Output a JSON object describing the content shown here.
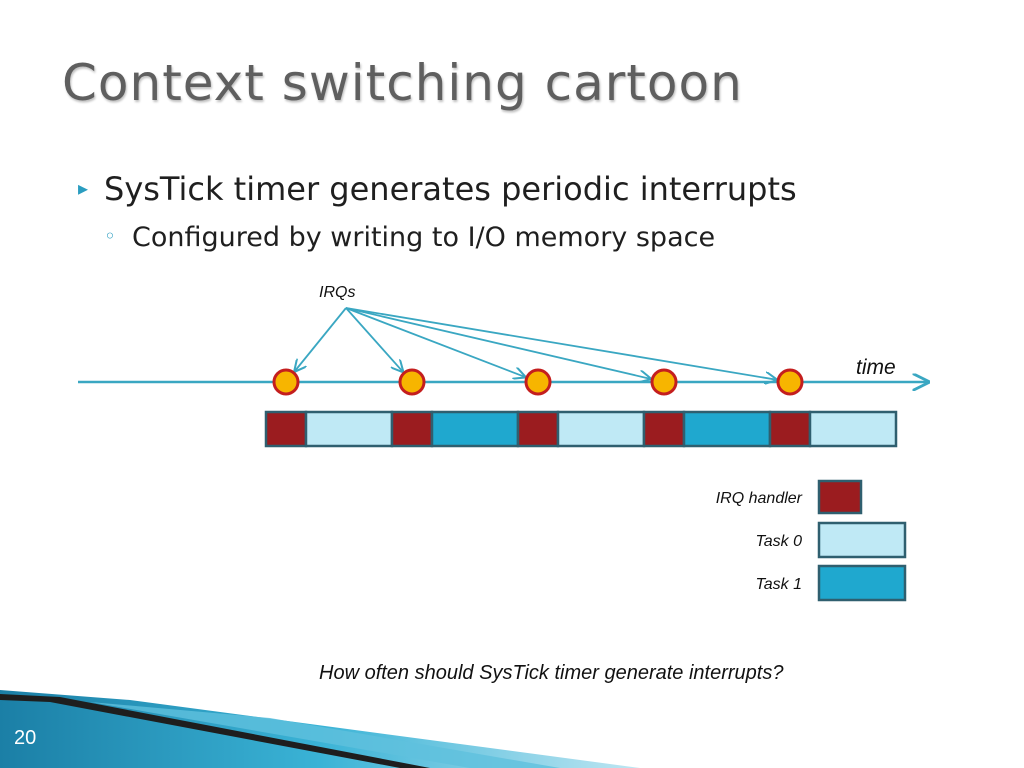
{
  "slide": {
    "title": "Context switching cartoon",
    "bullet": "SysTick timer generates periodic interrupts",
    "sub_bullet": "Configured by writing to I/O memory space",
    "question": "How often should SysTick timer generate interrupts?",
    "page_number": "20"
  },
  "diagram": {
    "irq_label": "IRQs",
    "time_label": "time",
    "irq_count": 5,
    "timeline_segments": [
      "irq",
      "task0",
      "irq",
      "task1",
      "irq",
      "task0",
      "irq",
      "task1",
      "irq",
      "task0"
    ],
    "legend": [
      {
        "kind": "irq",
        "label": "IRQ handler"
      },
      {
        "kind": "task0",
        "label": "Task 0"
      },
      {
        "kind": "task1",
        "label": "Task 1"
      }
    ],
    "colors": {
      "irq": "#9b1c1f",
      "task0": "#bfe9f5",
      "task1": "#1fa8cf",
      "border": "#2f5f6f",
      "axis": "#3aa7c2",
      "marker_fill": "#f7b500",
      "marker_stroke": "#c41e1e"
    }
  }
}
